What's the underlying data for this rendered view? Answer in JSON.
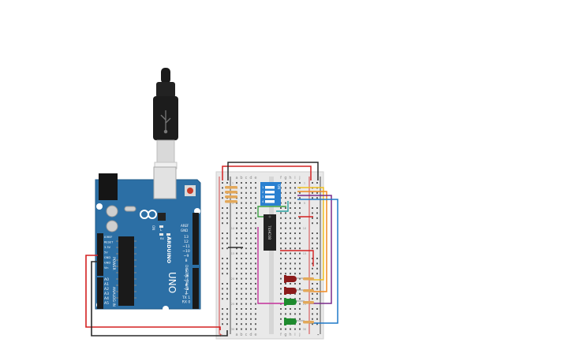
{
  "arduino": {
    "brand": "ARDUINO",
    "model": "UNO",
    "aref_label": "AREF",
    "gnd_label": "GND",
    "digital_label": "DIGITAL (PWM~)",
    "power_label": "POWER",
    "analog_label": "ANALOG IN",
    "tx_label": "TX",
    "rx_label": "RX",
    "on_label": "ON",
    "l_label": "L",
    "power_pins": [
      "IOREF",
      "RESET",
      "3.3V",
      "5V",
      "GND",
      "GND",
      "Vin"
    ],
    "analog_pins": [
      "A0",
      "A1",
      "A2",
      "A3",
      "A4",
      "A5"
    ],
    "digital_top_pins": [
      "13",
      "12",
      "~11",
      "~10",
      "~9",
      "8"
    ],
    "digital_bottom_pins": [
      "7",
      "~6",
      "~5",
      "4",
      "~3",
      "2",
      "TX 1",
      "RX 0"
    ]
  },
  "breadboard": {
    "column_letters_left": [
      "a",
      "b",
      "c",
      "d",
      "e"
    ],
    "column_letters_right": [
      "f",
      "g",
      "h",
      "i",
      "j"
    ],
    "row_numbers": [
      "1",
      "5",
      "10",
      "15",
      "20",
      "25",
      "30"
    ],
    "plus_label": "+",
    "minus_label": "-"
  },
  "dip_switch": {
    "on_label": "ON",
    "switch_numbers": [
      "1",
      "2",
      "3",
      "4"
    ]
  },
  "chip": {
    "label": "74HC08"
  },
  "leds": [
    {
      "color": "#8b1a1a"
    },
    {
      "color": "#8b1a1a"
    },
    {
      "color": "#1e8a2e"
    },
    {
      "color": "#1e8a2e"
    }
  ],
  "colors": {
    "board": "#2c6fa5",
    "wire_red": "#d42020",
    "wire_black": "#2a2a2a",
    "wire_yellow": "#f0c020",
    "wire_orange": "#f08a20",
    "wire_purple": "#7a2a8a",
    "wire_blue": "#1f78c8",
    "wire_green": "#3aa040",
    "wire_magenta": "#c4309a",
    "wire_teal": "#27a0a0"
  }
}
